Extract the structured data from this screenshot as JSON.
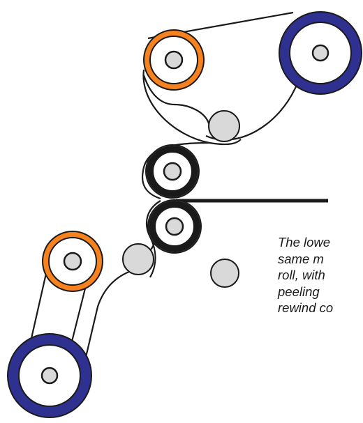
{
  "colors": {
    "blue_roll": "#2e3190",
    "orange_roll": "#f5821f",
    "idler_fill": "#d9d9d9",
    "nip_ring": "#1a1a1a",
    "belt": "#1a1a1a"
  },
  "caption": {
    "lines": [
      "The lowe",
      "same m",
      "roll, with",
      "peeling",
      "rewind co"
    ]
  }
}
